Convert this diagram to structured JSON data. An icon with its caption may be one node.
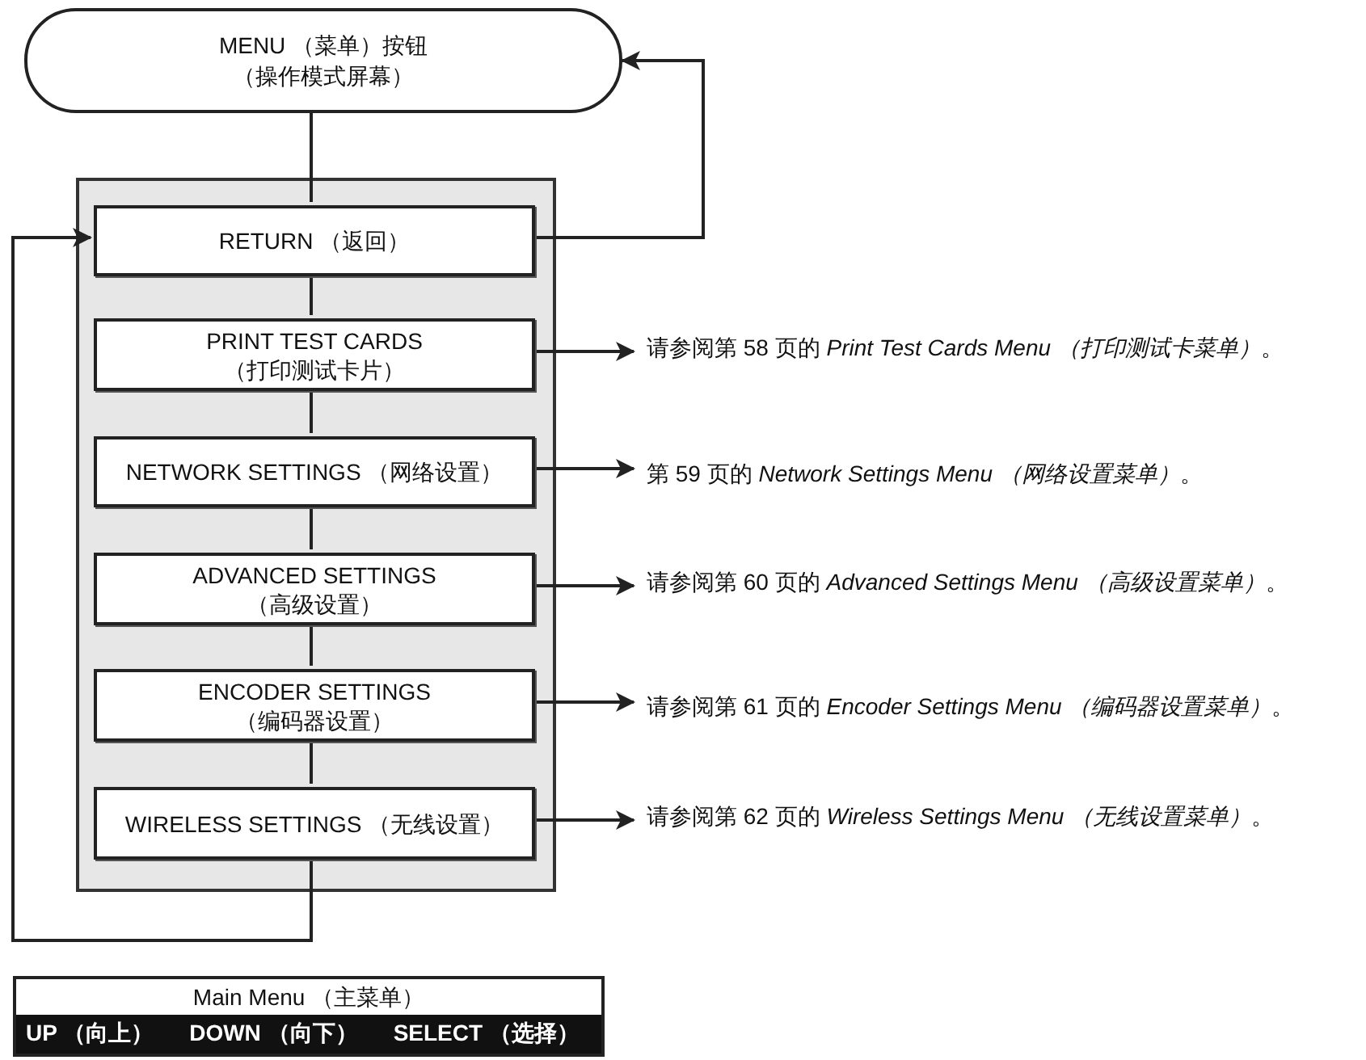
{
  "diagram": {
    "nodes": [
      {
        "text": [
          "MENU （菜单）按钮",
          "（操作模式屏幕）"
        ]
      },
      {
        "text": [],
        "shape": "box"
      },
      {
        "text": [
          "RETURN （返回）"
        ],
        "in": 1
      },
      {
        "text": [
          "PRINT TEST CARDS",
          "（打印测试卡片）"
        ],
        "in": 1
      },
      {
        "text": [
          "NETWORK SETTINGS （网络设置）"
        ],
        "in": 1
      },
      {
        "text": [
          "ADVANCED SETTINGS",
          "（高级设置）"
        ],
        "in": 1
      },
      {
        "text": [
          "ENCODER SETTINGS",
          "（编码器设置）"
        ],
        "in": 1
      },
      {
        "text": [
          "WIRELESS SETTINGS （无线设置）"
        ],
        "in": 1
      },
      {
        "text": [
          "请参阅第 58 页的 *Print Test Cards Menu （打印测试卡菜单）*。"
        ]
      },
      {
        "text": [
          "第 59 页的 *Network Settings Menu （网络设置菜单）*。"
        ]
      },
      {
        "text": [
          "请参阅第 60 页的 *Advanced Settings Menu （高级设置菜单）*。"
        ]
      },
      {
        "text": [
          "请参阅第 61 页的 *Encoder Settings Menu （编码器设置菜单）*。"
        ]
      },
      {
        "text": [
          "请参阅第 62 页的 *Wireless Settings Menu （无线设置菜单）*。"
        ]
      },
      {
        "text": [
          "Main Menu （主菜单）",
          "UP （向上）",
          "DOWN （向下）",
          "SELECT （选择）"
        ]
      }
    ],
    "edges": [
      {
        "from": 0,
        "to": 2,
        "arrow": "none"
      },
      {
        "from": 2,
        "to": 3,
        "arrow": "none"
      },
      {
        "from": 3,
        "to": 4,
        "arrow": "none"
      },
      {
        "from": 4,
        "to": 5,
        "arrow": "none"
      },
      {
        "from": 5,
        "to": 6,
        "arrow": "none"
      },
      {
        "from": 6,
        "to": 7,
        "arrow": "none"
      },
      {
        "from": 7,
        "to": 2,
        "arrow": "to"
      },
      {
        "from": 2,
        "to": 0,
        "arrow": "to"
      },
      {
        "from": 3,
        "to": 8,
        "arrow": "to"
      },
      {
        "from": 4,
        "to": 9,
        "arrow": "to"
      },
      {
        "from": 5,
        "to": 10,
        "arrow": "to"
      },
      {
        "from": 6,
        "to": 11,
        "arrow": "to"
      },
      {
        "from": 7,
        "to": 12,
        "arrow": "to"
      }
    ]
  }
}
